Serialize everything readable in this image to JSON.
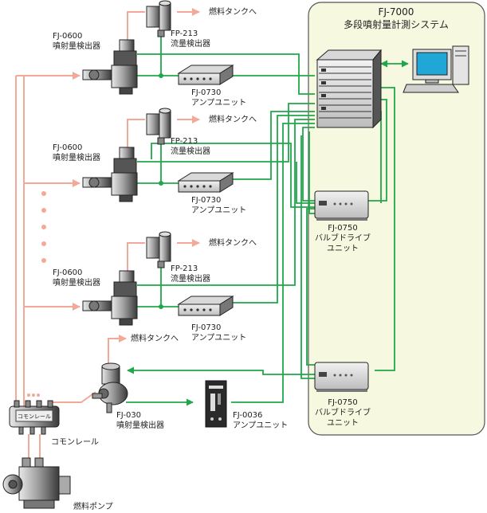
{
  "system": {
    "title_line1": "FJ-7000",
    "title_line2": "多段噴射量計測システム"
  },
  "units": [
    {
      "injector_code": "FJ-0600",
      "injector_name": "噴射量検出器",
      "flow_code": "FP-213",
      "flow_name": "流量検出器",
      "amp_code": "FJ-0730",
      "amp_name": "アンプユニット",
      "tank_label": "燃料タンクへ"
    },
    {
      "injector_code": "FJ-0600",
      "injector_name": "噴射量検出器",
      "flow_code": "FP-213",
      "flow_name": "流量検出器",
      "amp_code": "FJ-0730",
      "amp_name": "アンプユニット",
      "tank_label": "燃料タンクへ"
    },
    {
      "injector_code": "FJ-0600",
      "injector_name": "噴射量検出器",
      "flow_code": "FP-213",
      "flow_name": "流量検出器",
      "amp_code": "FJ-0730",
      "amp_name": "アンプユニット",
      "tank_label": "燃料タンクへ"
    }
  ],
  "valve_units": [
    {
      "code": "FJ-0750",
      "name_line1": "バルブドライブ",
      "name_line2": "ユニット"
    },
    {
      "code": "FJ-0750",
      "name_line1": "バルブドライブ",
      "name_line2": "ユニット"
    }
  ],
  "fj030": {
    "code": "FJ-030",
    "name": "噴射量検出器",
    "tank_label": "燃料タンクへ"
  },
  "fj0036": {
    "code": "FJ-0036",
    "name": "アンプユニット"
  },
  "common_rail": {
    "label": "コモンレール",
    "plate_text": "コモンレール"
  },
  "fuel_pump": {
    "label": "燃料ポンプ"
  },
  "colors": {
    "green": "#1fa84a",
    "pink": "#f4a898",
    "panel_bg": "#f6f8e0",
    "panel_border": "#555555"
  }
}
